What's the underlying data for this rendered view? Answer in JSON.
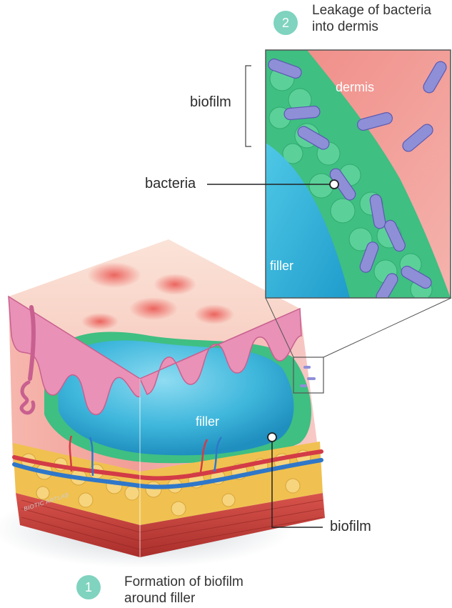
{
  "step_1": {
    "number": "1",
    "line1": "Formation of biofilm",
    "line2": "around filler"
  },
  "step_2": {
    "number": "2",
    "line1": "Leakage of bacteria",
    "line2": "into dermis"
  },
  "labels": {
    "biofilm_top": "biofilm",
    "bacteria": "bacteria",
    "dermis": "dermis",
    "filler_inset": "filler",
    "filler_main": "filler",
    "biofilm_bottom": "biofilm"
  },
  "watermark": "BIOTIC ARTLAB",
  "colors": {
    "step_badge": "#7fd3bf",
    "dermis": "#ef8a86",
    "filler": "#3fb7dc",
    "biofilm": "#3fbf82",
    "bacteria": "#8f8fd8",
    "epidermis": "#e991b7",
    "fat": "#f0c150",
    "muscle": "#c83c37",
    "artery": "#d33b46",
    "vein": "#2f77c9"
  }
}
